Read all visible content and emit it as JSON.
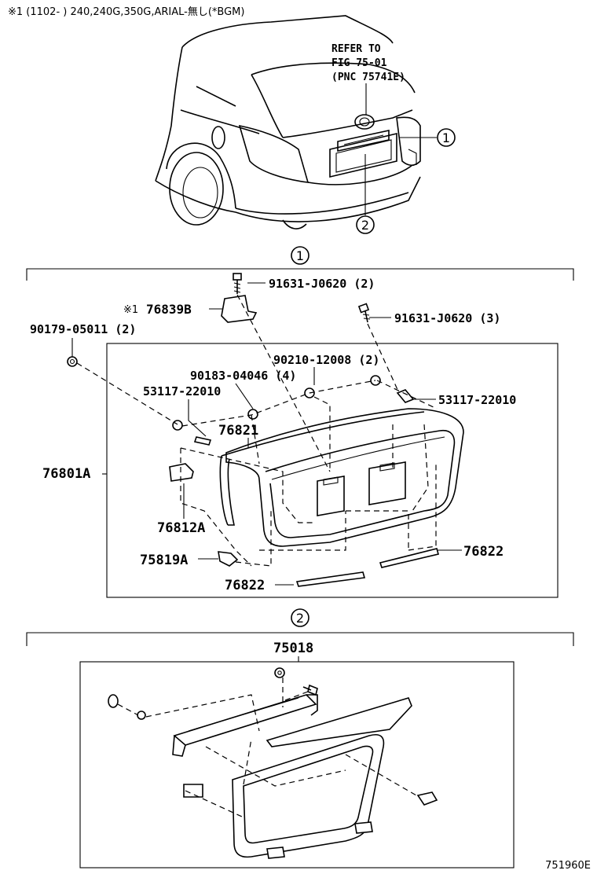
{
  "header_note": "※1 (1102-      ) 240,240G,350G,ARIAL-無し(*BGM)",
  "refer_note": [
    "REFER TO",
    "FIG 75-01",
    "(PNC 75741E)"
  ],
  "callouts": {
    "one": "①",
    "two": "②"
  },
  "section1": {
    "marker": "①",
    "parts": [
      {
        "id": "91631-J0620 (2)"
      },
      {
        "id": "76839B",
        "prefix": "※1"
      },
      {
        "id": "91631-J0620 (3)"
      },
      {
        "id": "90179-05011 (2)"
      },
      {
        "id": "90210-12008 (2)"
      },
      {
        "id": "90183-04046 (4)"
      },
      {
        "id": "53117-22010"
      },
      {
        "id": "53117-22010"
      },
      {
        "id": "76821"
      },
      {
        "id": "76801A"
      },
      {
        "id": "76812A"
      },
      {
        "id": "75819A"
      },
      {
        "id": "76822"
      },
      {
        "id": "76822"
      }
    ]
  },
  "section2": {
    "marker": "②",
    "parts": [
      {
        "id": "75018"
      }
    ]
  },
  "figure_code": "751960E"
}
